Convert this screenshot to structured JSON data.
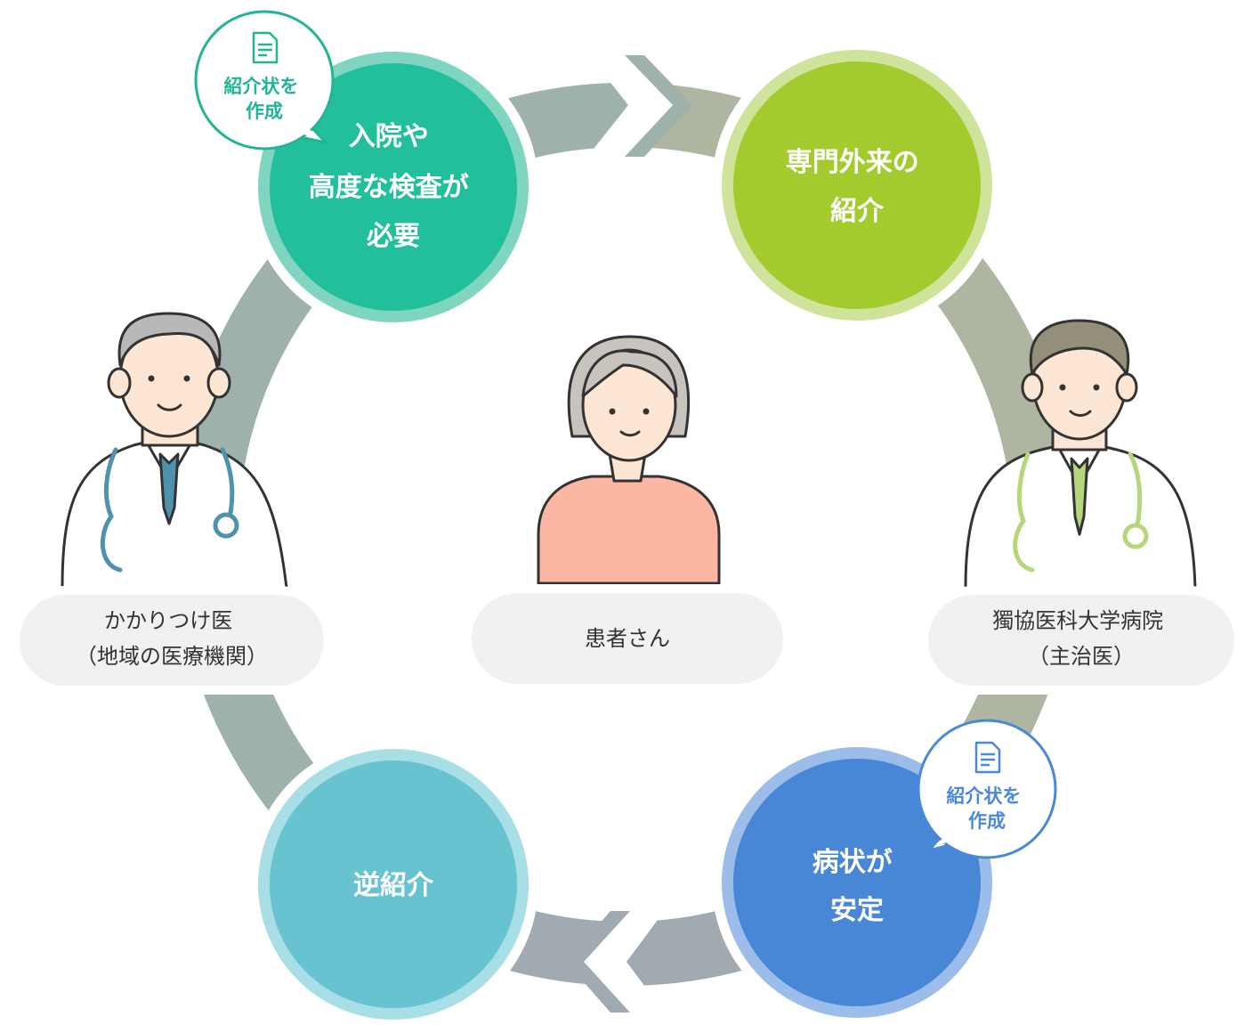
{
  "colors": {
    "ring_left": "#9fb1ab",
    "ring_right": "#aeb5a0",
    "ring_bottom": "#a1a9b1",
    "step_admission": "#22bf9c",
    "step_specialist": "#a3cb2d",
    "step_stable": "#4886d6",
    "step_back_referral": "#66c3cf",
    "bubble_green": "#22b595",
    "bubble_blue": "#4a88d8",
    "pill_bg": "#f1f1ef"
  },
  "steps": {
    "admission": {
      "lines": [
        "入院や",
        "高度な検査が",
        "必要"
      ]
    },
    "specialist": {
      "lines": [
        "専門外来の",
        "紹介"
      ]
    },
    "stable": {
      "lines": [
        "病状が",
        "安定"
      ]
    },
    "back_referral": {
      "lines": [
        "逆紹介"
      ]
    }
  },
  "bubbles": {
    "top_left": {
      "icon": "document-icon",
      "lines": [
        "紹介状を",
        "作成"
      ]
    },
    "bottom_right": {
      "icon": "document-icon",
      "lines": [
        "紹介状を",
        "作成"
      ]
    }
  },
  "actors": {
    "family_doctor": {
      "icon": "elderly-doctor-icon",
      "lines": [
        "かかりつけ医",
        "（地域の医療機関）"
      ]
    },
    "patient": {
      "icon": "patient-icon",
      "lines": [
        "患者さん"
      ]
    },
    "hospital": {
      "icon": "young-doctor-icon",
      "lines": [
        "獨協医科大学病院",
        "（主治医）"
      ]
    }
  }
}
